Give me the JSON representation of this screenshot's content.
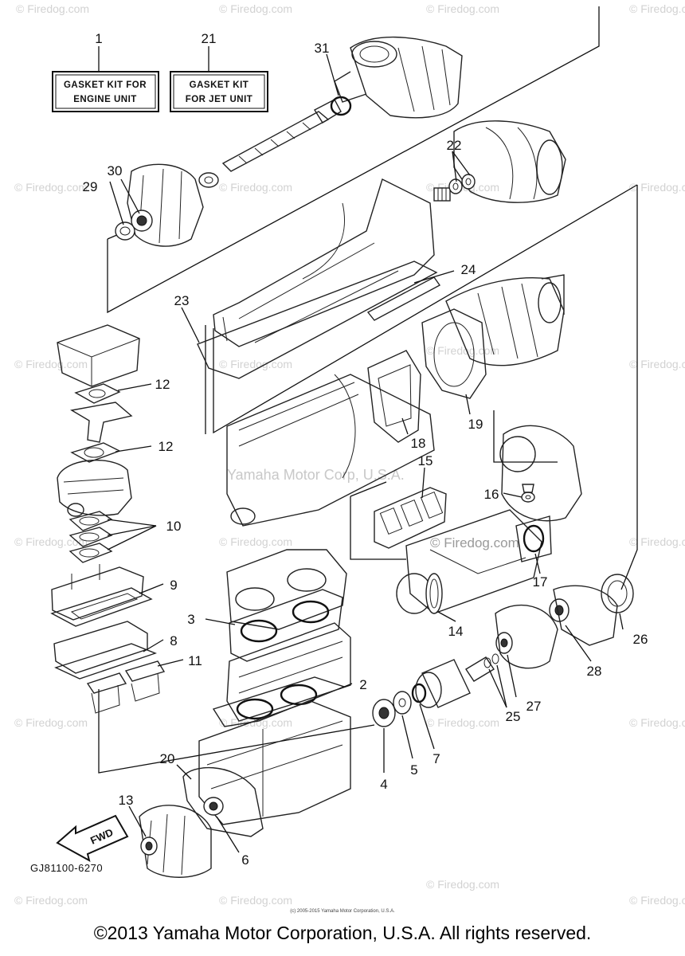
{
  "kits": [
    {
      "callout": "1",
      "line1": "GASKET KIT FOR",
      "line2": "ENGINE UNIT"
    },
    {
      "callout": "21",
      "line1": "GASKET KIT",
      "line2": "FOR JET UNIT"
    }
  ],
  "callouts": {
    "c2": "2",
    "c3": "3",
    "c4": "4",
    "c5": "5",
    "c6": "6",
    "c7": "7",
    "c8": "8",
    "c9": "9",
    "c10": "10",
    "c11": "11",
    "c12a": "12",
    "c12b": "12",
    "c13": "13",
    "c14": "14",
    "c15": "15",
    "c16": "16",
    "c17": "17",
    "c18": "18",
    "c19": "19",
    "c20": "20",
    "c22": "22",
    "c23": "23",
    "c24": "24",
    "c25": "25",
    "c26": "26",
    "c27": "27",
    "c28": "28",
    "c29": "29",
    "c30": "30",
    "c31": "31"
  },
  "fwd_label": "FWD",
  "diagram_code": "GJ81100-6270",
  "watermark_center": "Yamaha Motor Corp, U.S.A.",
  "watermark_small": "© Firedog.com",
  "watermark_mid": "© Firedog.com",
  "footer_small": "(c) 2005-2015 Yamaha Motor Corporation, U.S.A.",
  "footer": "©2013 Yamaha Motor Corporation, U.S.A. All rights reserved."
}
